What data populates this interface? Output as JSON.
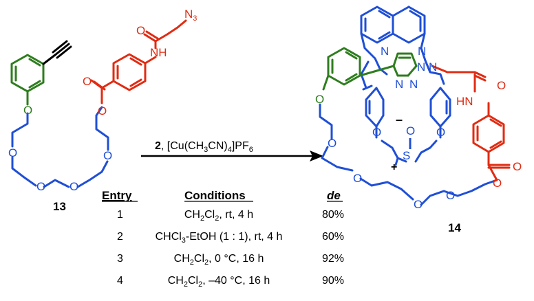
{
  "colors": {
    "green": "#2e7d1e",
    "blue": "#1f4fd6",
    "red": "#e12b12",
    "black": "#000000"
  },
  "compound_13": {
    "label": "13",
    "azide": "N",
    "azide_sub": "3",
    "amide_O": "O",
    "amide_NH": "NH",
    "ester_O_carbonyl": "O",
    "ester_O": "O",
    "phenol_O": "O",
    "crown_O": [
      "O",
      "O",
      "O",
      "O",
      "O"
    ]
  },
  "compound_14": {
    "label": "14",
    "N_pyr": [
      "N",
      "N"
    ],
    "triazole_N": [
      "N",
      "N",
      "N",
      "N"
    ],
    "amide_O": "O",
    "amide_HN": "HN",
    "ester_O_carbonyl": "O",
    "ester_O": "O",
    "phenol_O": "O",
    "aryl_O": [
      "O",
      "O"
    ],
    "crown_O": [
      "O",
      "O",
      "O",
      "O"
    ],
    "sulfur": "S",
    "sulfur_O": "O",
    "minus": "–",
    "plus": "+"
  },
  "reaction": {
    "reagent_bold": "2",
    "reagent_rest": ", [Cu(CH",
    "reagent_sub1": "3",
    "reagent_mid": "CN)",
    "reagent_sub2": "4",
    "reagent_end": "]PF",
    "reagent_sub3": "6"
  },
  "table": {
    "headers": {
      "entry": "Entry",
      "conditions": "Conditions",
      "de": "de"
    },
    "rows": [
      {
        "entry": "1",
        "cond": [
          [
            "CH",
            "n"
          ],
          [
            "2",
            "s"
          ],
          [
            "Cl",
            "n"
          ],
          [
            "2",
            "s"
          ],
          [
            ", rt, 4 h",
            "n"
          ]
        ],
        "de": "80%"
      },
      {
        "entry": "2",
        "cond": [
          [
            "CHCl",
            "n"
          ],
          [
            "3",
            "s"
          ],
          [
            "-EtOH (1 : 1), rt, 4 h",
            "n"
          ]
        ],
        "de": "60%"
      },
      {
        "entry": "3",
        "cond": [
          [
            "CH",
            "n"
          ],
          [
            "2",
            "s"
          ],
          [
            "Cl",
            "n"
          ],
          [
            "2",
            "s"
          ],
          [
            ", 0 °C, 16 h",
            "n"
          ]
        ],
        "de": "92%"
      },
      {
        "entry": "4",
        "cond": [
          [
            "CH",
            "n"
          ],
          [
            "2",
            "s"
          ],
          [
            "Cl",
            "n"
          ],
          [
            "2",
            "s"
          ],
          [
            ", –40 °C, 16 h",
            "n"
          ]
        ],
        "de": "90%"
      }
    ]
  }
}
